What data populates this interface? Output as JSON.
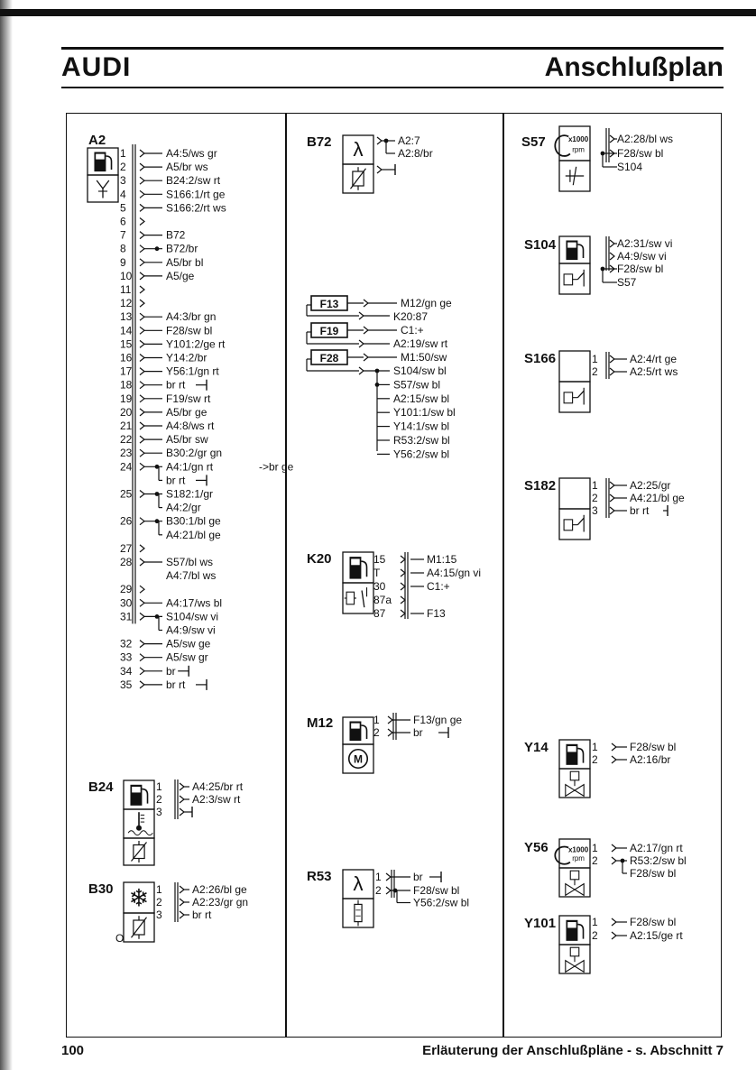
{
  "header": {
    "brand": "AUDI",
    "title": "Anschlußplan"
  },
  "footer": {
    "page": "100",
    "note": "Erläuterung der Anschlußpläne - s. Abschnitt 7"
  },
  "components": [
    {
      "id": "A2",
      "pins": [
        {
          "n": "1",
          "conn": [
            "A4:5/ws gr"
          ]
        },
        {
          "n": "2",
          "conn": [
            "A5/br ws"
          ]
        },
        {
          "n": "3",
          "conn": [
            "B24:2/sw rt"
          ]
        },
        {
          "n": "4",
          "conn": [
            "S166:1/rt ge"
          ]
        },
        {
          "n": "5",
          "conn": [
            "S166:2/rt ws"
          ]
        },
        {
          "n": "6",
          "conn": []
        },
        {
          "n": "7",
          "conn": [
            "B72"
          ]
        },
        {
          "n": "8",
          "conn": [
            "B72/br"
          ]
        },
        {
          "n": "9",
          "conn": [
            "A5/br bl"
          ]
        },
        {
          "n": "10",
          "conn": [
            "A5/ge"
          ]
        },
        {
          "n": "11",
          "conn": []
        },
        {
          "n": "12",
          "conn": []
        },
        {
          "n": "13",
          "conn": [
            "A4:3/br gn"
          ]
        },
        {
          "n": "14",
          "conn": [
            "F28/sw bl"
          ]
        },
        {
          "n": "15",
          "conn": [
            "Y101:2/ge rt"
          ]
        },
        {
          "n": "16",
          "conn": [
            "Y14:2/br"
          ]
        },
        {
          "n": "17",
          "conn": [
            "Y56:1/gn rt"
          ]
        },
        {
          "n": "18",
          "conn": [
            "br rt"
          ]
        },
        {
          "n": "19",
          "conn": [
            "F19/sw rt"
          ]
        },
        {
          "n": "20",
          "conn": [
            "A5/br ge"
          ]
        },
        {
          "n": "21",
          "conn": [
            "A4:8/ws rt"
          ]
        },
        {
          "n": "22",
          "conn": [
            "A5/br sw"
          ]
        },
        {
          "n": "23",
          "conn": [
            "B30:2/gr gn"
          ]
        },
        {
          "n": "24",
          "conn": [
            "A4:1/gn rt",
            "br rt"
          ]
        },
        {
          "n": "25",
          "conn": [
            "S182:1/gr",
            "A4:2/gr"
          ]
        },
        {
          "n": "26",
          "conn": [
            "B30:1/bl ge",
            "A4:21/bl ge"
          ]
        },
        {
          "n": "27",
          "conn": []
        },
        {
          "n": "28",
          "conn": [
            "S57/bl ws",
            "A4:7/bl ws"
          ]
        },
        {
          "n": "29",
          "conn": []
        },
        {
          "n": "30",
          "conn": [
            "A4:17/ws bl"
          ]
        },
        {
          "n": "31",
          "conn": [
            "S104/sw vi",
            "A4:9/sw vi"
          ]
        },
        {
          "n": "32",
          "conn": [
            "A5/sw ge"
          ]
        },
        {
          "n": "33",
          "conn": [
            "A5/sw gr"
          ]
        },
        {
          "n": "34",
          "conn": [
            "br"
          ]
        },
        {
          "n": "35",
          "conn": [
            "br rt"
          ]
        }
      ],
      "arrow_suffix": "br ge"
    },
    {
      "id": "B24",
      "pins": [
        {
          "n": "1",
          "conn": [
            "A4:25/br rt"
          ]
        },
        {
          "n": "2",
          "conn": [
            "A2:3/sw rt"
          ]
        },
        {
          "n": "3",
          "conn": []
        }
      ]
    },
    {
      "id": "B30",
      "pins": [
        {
          "n": "1",
          "conn": [
            "A2:26/bl ge"
          ]
        },
        {
          "n": "2",
          "conn": [
            "A2:23/gr gn"
          ]
        },
        {
          "n": "3",
          "conn": [
            "br rt"
          ]
        }
      ],
      "mark": "O"
    },
    {
      "id": "B72",
      "conn": [
        "A2:7",
        "A2:8/br"
      ]
    },
    {
      "id": "F13",
      "conn": [
        "M12/gn ge",
        "K20:87"
      ]
    },
    {
      "id": "F19",
      "conn": [
        "C1:+",
        "A2:19/sw rt"
      ]
    },
    {
      "id": "F28",
      "conn": [
        "M1:50/sw",
        "S104/sw bl",
        "S57/sw bl",
        "A2:15/sw bl",
        "Y101:1/sw bl",
        "Y14:1/sw bl",
        "R53:2/sw bl",
        "Y56:2/sw bl"
      ]
    },
    {
      "id": "K20",
      "pins": [
        {
          "n": "15",
          "conn": [
            "M1:15"
          ]
        },
        {
          "n": "T",
          "conn": [
            "A4:15/gn vi"
          ]
        },
        {
          "n": "30",
          "conn": [
            "C1:+"
          ]
        },
        {
          "n": "87a",
          "conn": []
        },
        {
          "n": "87",
          "conn": [
            "F13"
          ]
        }
      ]
    },
    {
      "id": "M12",
      "pins": [
        {
          "n": "1",
          "conn": [
            "F13/gn ge"
          ]
        },
        {
          "n": "2",
          "conn": [
            "br"
          ]
        }
      ],
      "mark": "M"
    },
    {
      "id": "R53",
      "pins": [
        {
          "n": "1",
          "conn": [
            "br"
          ]
        },
        {
          "n": "2",
          "conn": [
            "F28/sw bl",
            "Y56:2/sw bl"
          ]
        }
      ]
    },
    {
      "id": "S57",
      "conn": [
        "A2:28/bl ws",
        "F28/sw bl",
        "S104"
      ],
      "rpm": "x1000",
      "rpm_unit": "rpm"
    },
    {
      "id": "S104",
      "conn": [
        "A2:31/sw vi",
        "A4:9/sw vi",
        "F28/sw bl",
        "S57"
      ]
    },
    {
      "id": "S166",
      "pins": [
        {
          "n": "1",
          "conn": [
            "A2:4/rt ge"
          ]
        },
        {
          "n": "2",
          "conn": [
            "A2:5/rt ws"
          ]
        }
      ]
    },
    {
      "id": "S182",
      "pins": [
        {
          "n": "1",
          "conn": [
            "A2:25/gr"
          ]
        },
        {
          "n": "2",
          "conn": [
            "A4:21/bl ge"
          ]
        },
        {
          "n": "3",
          "conn": [
            "br rt"
          ]
        }
      ]
    },
    {
      "id": "Y14",
      "pins": [
        {
          "n": "1",
          "conn": [
            "F28/sw bl"
          ]
        },
        {
          "n": "2",
          "conn": [
            "A2:16/br"
          ]
        }
      ]
    },
    {
      "id": "Y56",
      "pins": [
        {
          "n": "1",
          "conn": [
            "A2:17/gn rt"
          ]
        },
        {
          "n": "2",
          "conn": [
            "R53:2/sw bl",
            "F28/sw bl"
          ]
        }
      ],
      "rpm": "x1000",
      "rpm_unit": "rpm"
    },
    {
      "id": "Y101",
      "pins": [
        {
          "n": "1",
          "conn": [
            "F28/sw bl"
          ]
        },
        {
          "n": "2",
          "conn": [
            "A2:15/ge rt"
          ]
        }
      ]
    }
  ]
}
